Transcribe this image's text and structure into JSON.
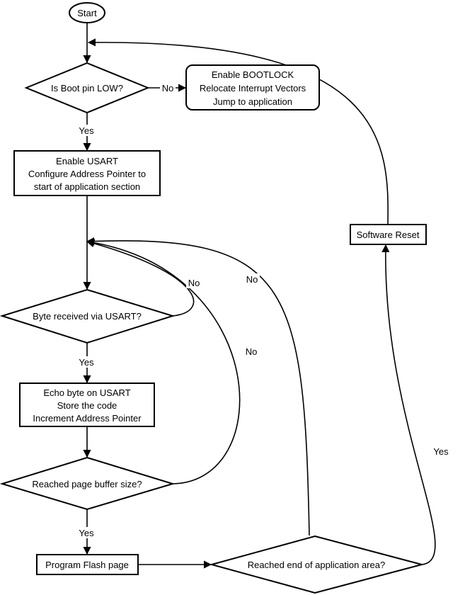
{
  "flowchart": {
    "start": "Start",
    "boot_check": "Is Boot pin LOW?",
    "app_box": [
      "Enable BOOTLOCK",
      "Relocate Interrupt Vectors",
      "Jump to application"
    ],
    "init_box": [
      "Enable USART",
      "Configure Address Pointer to",
      "start of application section"
    ],
    "byte_check": "Byte received via USART?",
    "echo_box": [
      "Echo byte on USART",
      "Store the code",
      "Increment Address Pointer"
    ],
    "page_check": "Reached page buffer size?",
    "program_box": "Program Flash page",
    "end_check": "Reached end of application area?",
    "reset_box": "Software Reset"
  },
  "labels": {
    "boot_no": "No",
    "boot_yes": "Yes",
    "byte_no": "No",
    "byte_yes": "Yes",
    "page_no": "No",
    "page_yes": "Yes",
    "end_no": "No",
    "end_yes": "Yes"
  }
}
